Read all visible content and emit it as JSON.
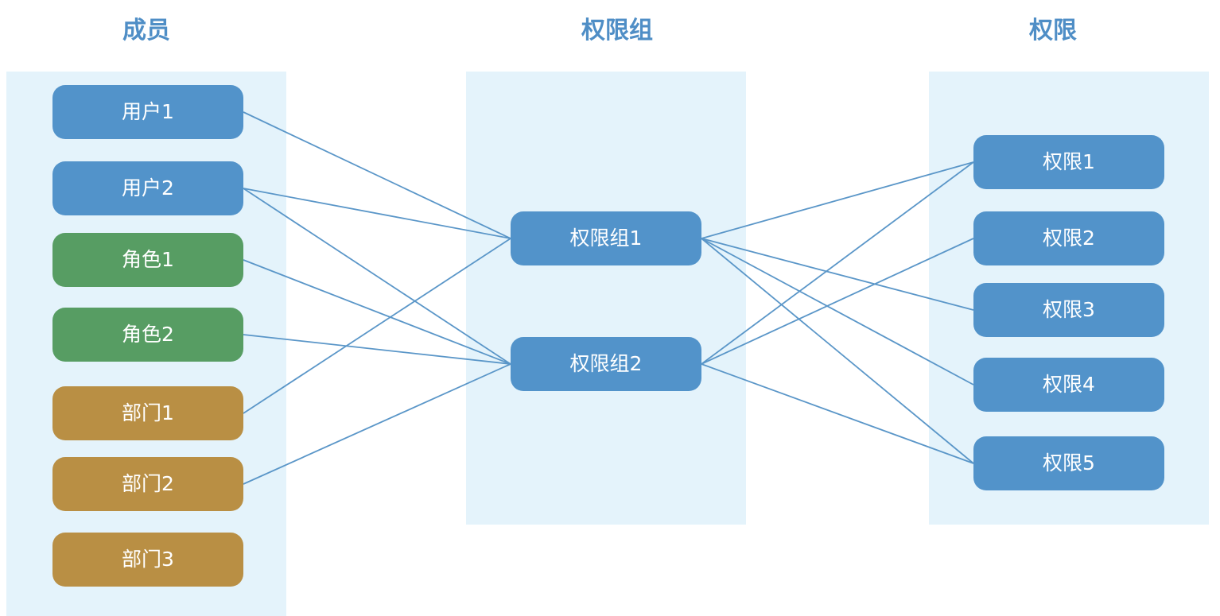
{
  "columns": {
    "members_title": "成员",
    "groups_title": "权限组",
    "permissions_title": "权限"
  },
  "members": [
    {
      "id": "u1",
      "label": "用户1",
      "kind": "user"
    },
    {
      "id": "u2",
      "label": "用户2",
      "kind": "user"
    },
    {
      "id": "r1",
      "label": "角色1",
      "kind": "role"
    },
    {
      "id": "r2",
      "label": "角色2",
      "kind": "role"
    },
    {
      "id": "d1",
      "label": "部门1",
      "kind": "dept"
    },
    {
      "id": "d2",
      "label": "部门2",
      "kind": "dept"
    },
    {
      "id": "d3",
      "label": "部门3",
      "kind": "dept"
    }
  ],
  "groups": [
    {
      "id": "g1",
      "label": "权限组1"
    },
    {
      "id": "g2",
      "label": "权限组2"
    }
  ],
  "permissions": [
    {
      "id": "p1",
      "label": "权限1"
    },
    {
      "id": "p2",
      "label": "权限2"
    },
    {
      "id": "p3",
      "label": "权限3"
    },
    {
      "id": "p4",
      "label": "权限4"
    },
    {
      "id": "p5",
      "label": "权限5"
    }
  ],
  "member_group_links": [
    [
      "u1",
      "g1"
    ],
    [
      "u2",
      "g1"
    ],
    [
      "u2",
      "g2"
    ],
    [
      "r1",
      "g2"
    ],
    [
      "r2",
      "g2"
    ],
    [
      "d1",
      "g1"
    ],
    [
      "d2",
      "g2"
    ]
  ],
  "group_permission_links": [
    [
      "g1",
      "p1"
    ],
    [
      "g1",
      "p3"
    ],
    [
      "g1",
      "p4"
    ],
    [
      "g1",
      "p5"
    ],
    [
      "g2",
      "p1"
    ],
    [
      "g2",
      "p2"
    ],
    [
      "g2",
      "p5"
    ]
  ],
  "colors": {
    "title": "#4f8ec6",
    "panel": "#e4f3fb",
    "user": "#5293ca",
    "role": "#579d63",
    "dept": "#b98f44",
    "edge": "#5a96c8"
  }
}
